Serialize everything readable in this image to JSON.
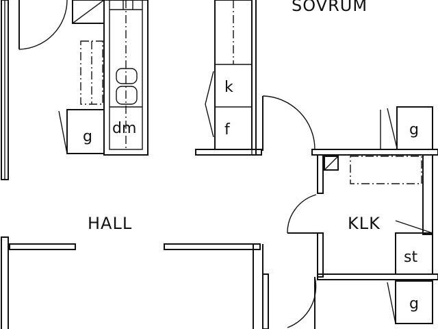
{
  "rooms": {
    "sovrum": "SOVRUM",
    "hall": "HALL",
    "klk": "KLK"
  },
  "fixtures": {
    "g1": "g",
    "dm": "dm",
    "k": "k",
    "f": "f",
    "g2": "g",
    "st": "st",
    "g3": "g"
  },
  "colors": {
    "line": "#111111",
    "background": "#ffffff"
  }
}
